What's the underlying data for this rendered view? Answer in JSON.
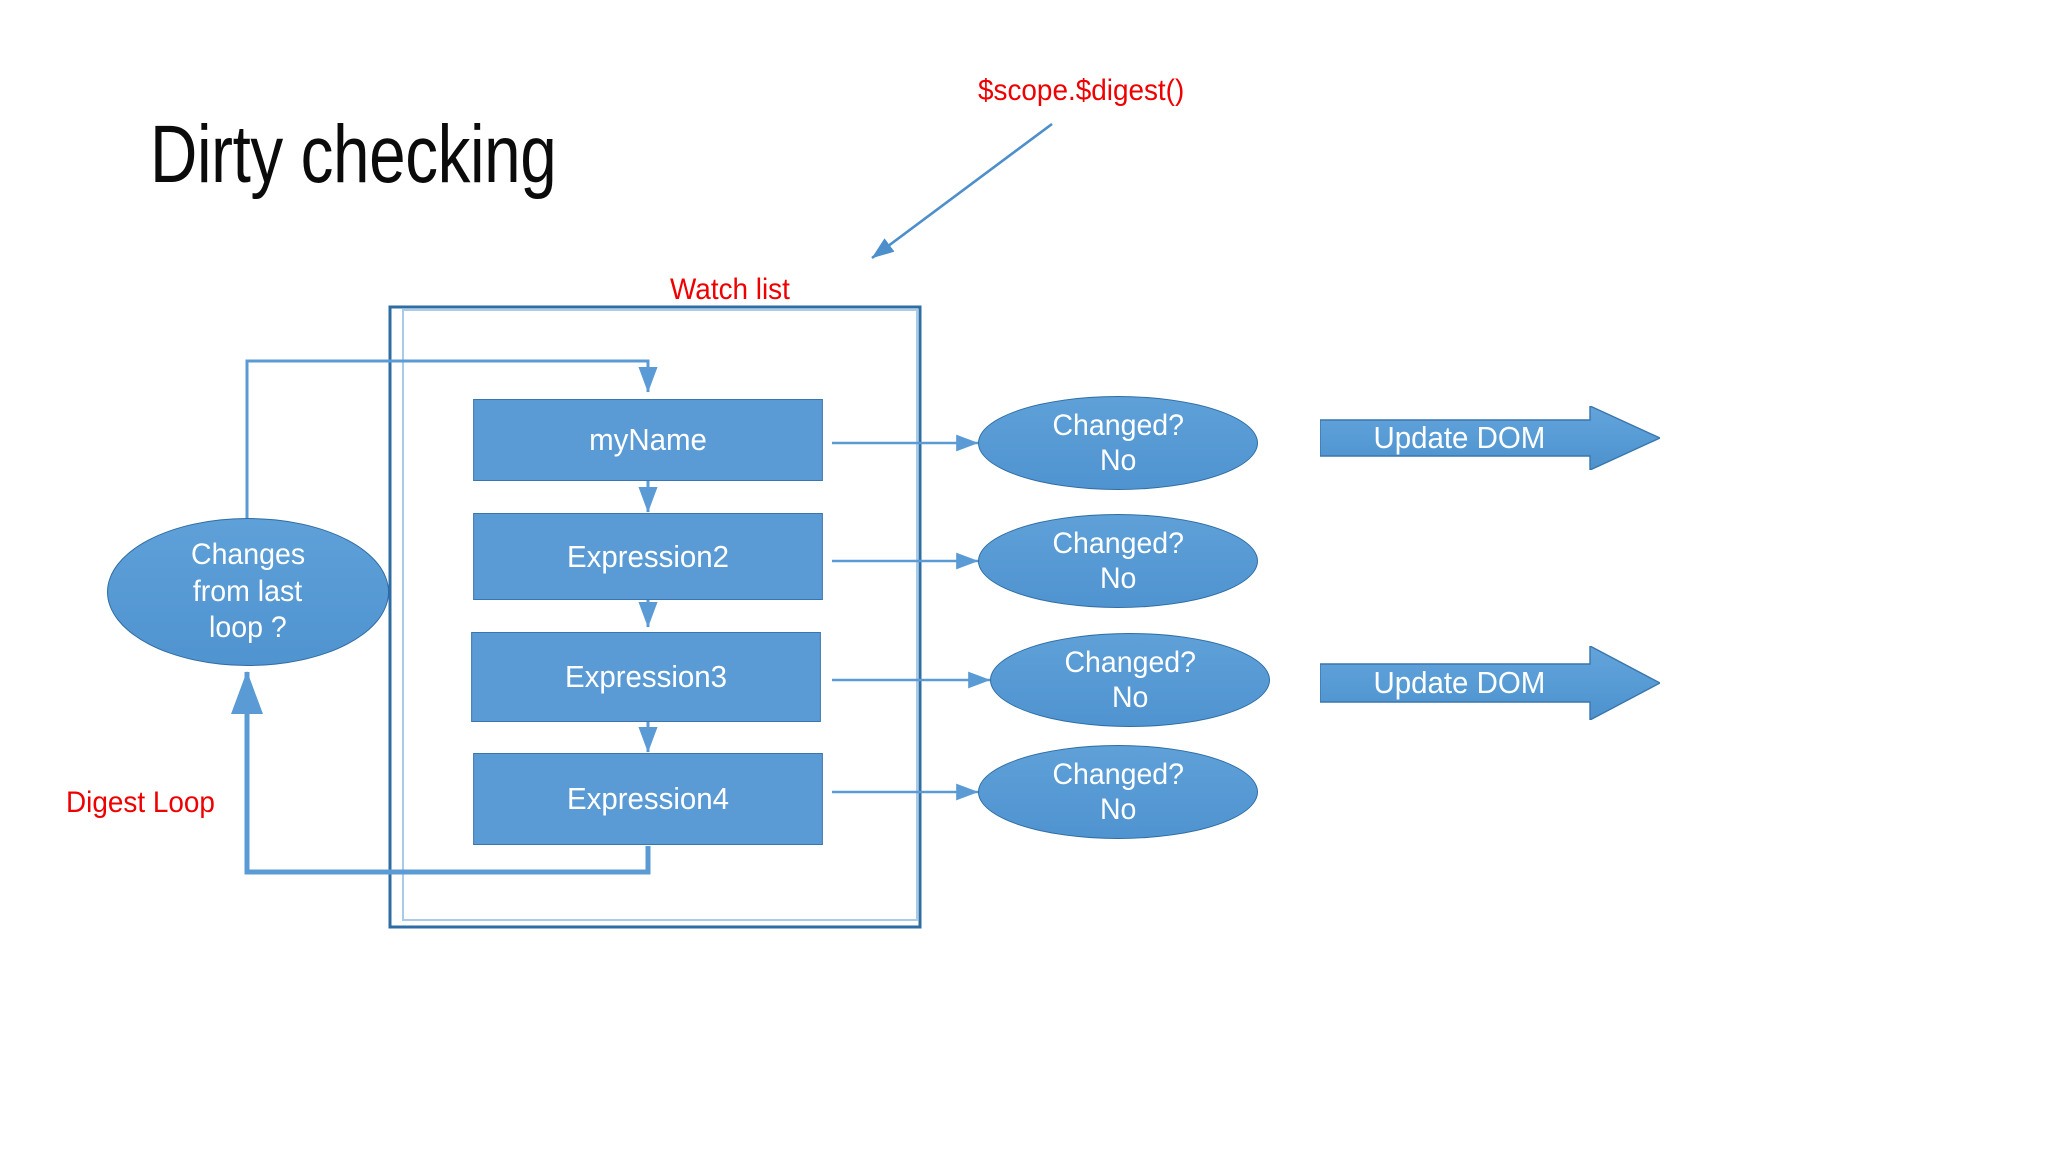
{
  "slide": {
    "title": "Dirty checking",
    "background": "#ffffff"
  },
  "colors": {
    "shape_fill": "#5B9BD5",
    "shape_outline": "#3a76ad",
    "ellipse_outline": "#2e6da4",
    "connector": "#5B9BD5",
    "frame_outline": "#2e6da4",
    "annotation_red": "#ef0000",
    "title_text": "#0b0b0b",
    "shape_text": "#ffffff"
  },
  "annotations": {
    "digest_call": "$scope.$digest()",
    "watch_list": "Watch list",
    "digest_loop": "Digest Loop"
  },
  "watch_list_items": [
    {
      "label": "myName"
    },
    {
      "label": "Expression2"
    },
    {
      "label": "Expression3"
    },
    {
      "label": "Expression4"
    }
  ],
  "decisions": [
    {
      "line1": "Changed?",
      "line2": "No"
    },
    {
      "line1": "Changed?",
      "line2": "No"
    },
    {
      "line1": "Changed?",
      "line2": "No"
    },
    {
      "line1": "Changed?",
      "line2": "No"
    }
  ],
  "loop_decision": {
    "line1": "Changes",
    "line2": "from last",
    "line3": "loop ?"
  },
  "actions": [
    {
      "label": "Update DOM"
    },
    {
      "label": "Update DOM"
    }
  ]
}
